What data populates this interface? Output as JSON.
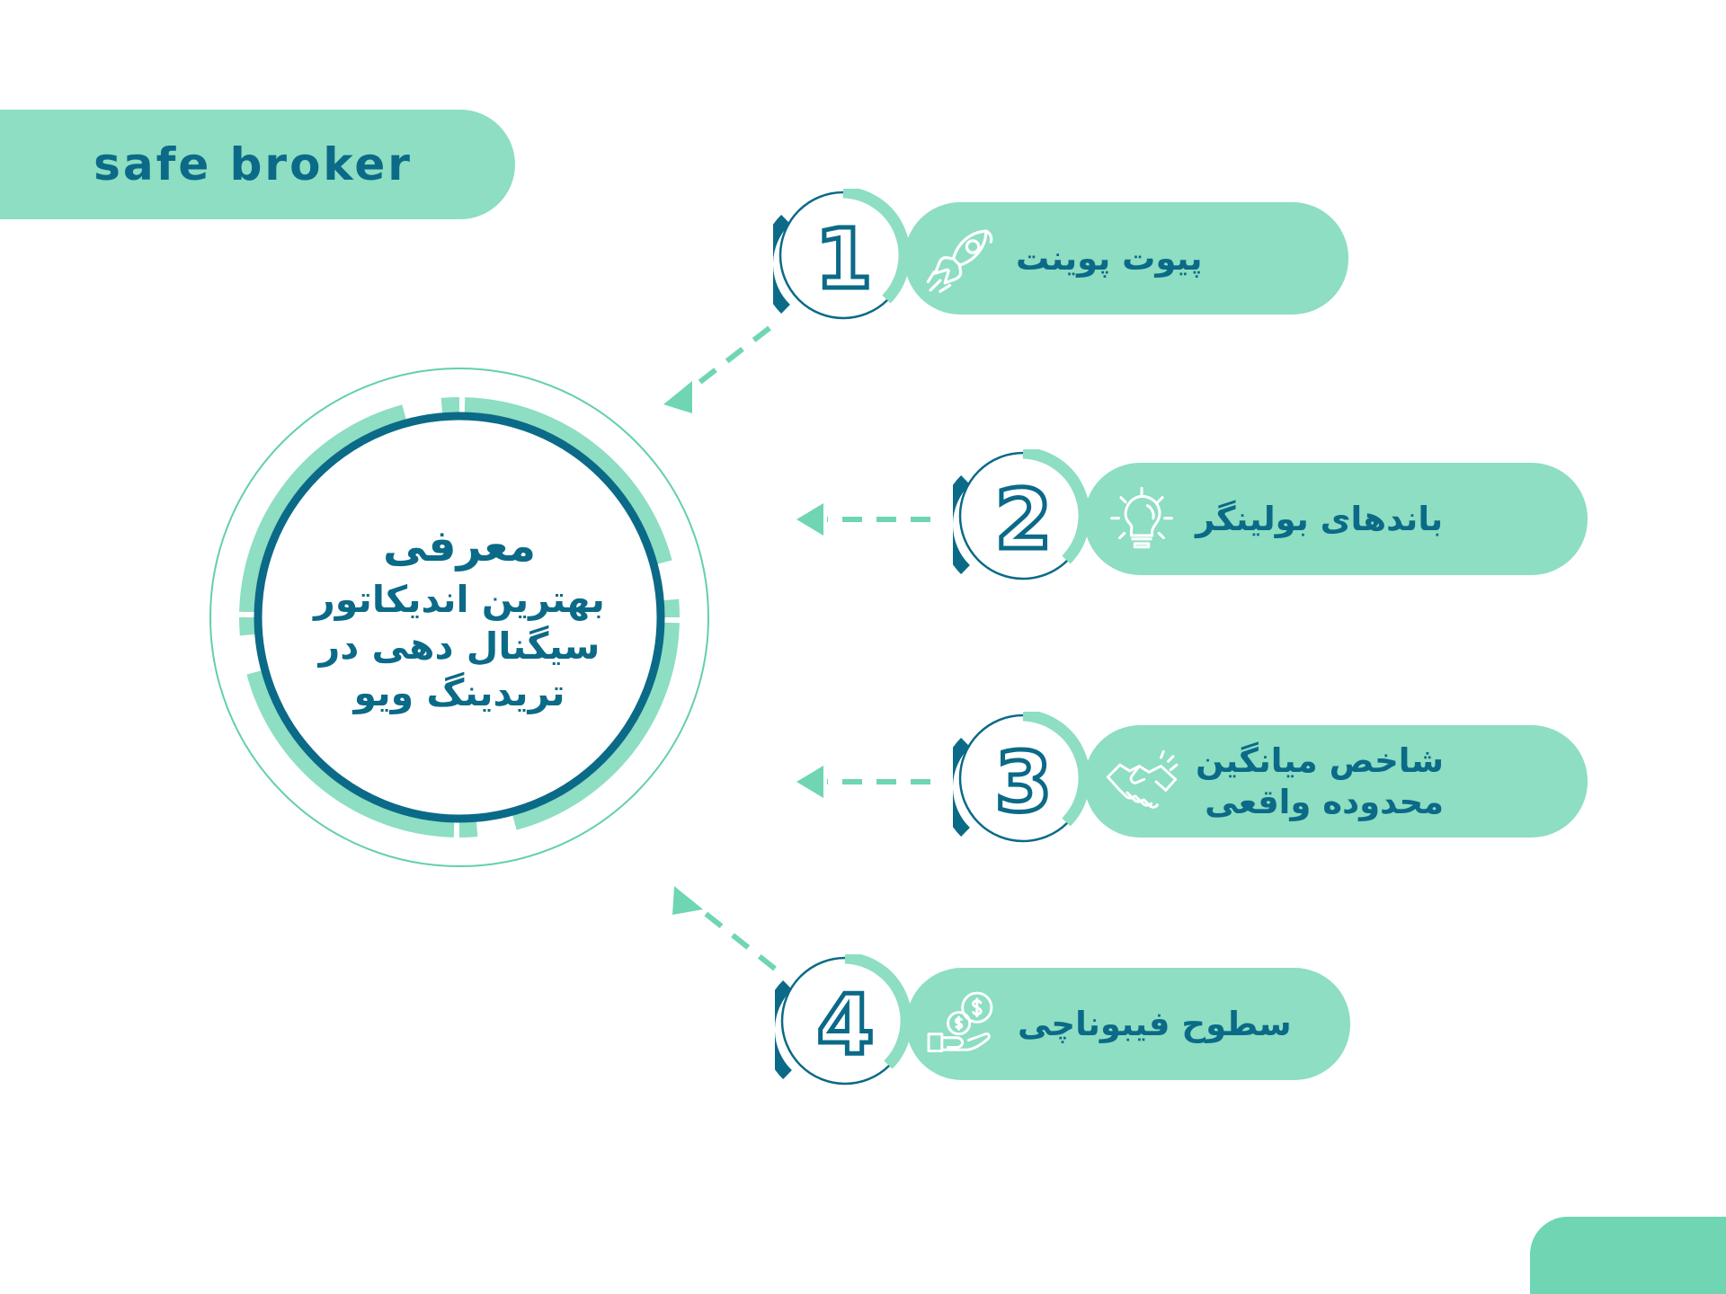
{
  "brand": {
    "name": "safe broker"
  },
  "hub": {
    "title": "معرفی",
    "subtitle": "بهترین اندیکاتور سیگنال دهی در تریدینگ ویو",
    "line1": "بهترین اندیکاتور",
    "line2": "سیگنال دهی در",
    "line3": "تریدینگ ویو"
  },
  "steps": [
    {
      "number": "1",
      "label": "پیوت پوینت",
      "icon": "rocket-icon"
    },
    {
      "number": "2",
      "label": "باندهای بولینگر",
      "icon": "lightbulb-icon"
    },
    {
      "number": "3",
      "label": "شاخص میانگین\nمحدوده واقعی",
      "icon": "handshake-icon"
    },
    {
      "number": "4",
      "label": "سطوح فیبوناچی",
      "icon": "hand-coins-icon"
    }
  ],
  "colors": {
    "background": "#ffffff",
    "mint": "#8ddec2",
    "mint_strong": "#6fd5b3",
    "teal_dark": "#0b6a87",
    "teal_ring": "#63cfac",
    "white": "#ffffff"
  }
}
